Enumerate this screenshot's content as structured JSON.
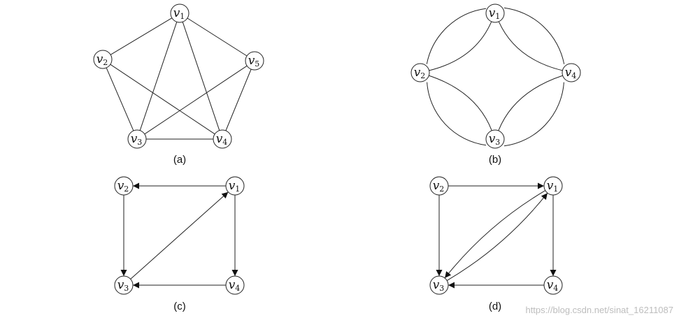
{
  "graphs": [
    {
      "id": "a",
      "caption": "(a)",
      "directed": false,
      "nodes": [
        {
          "id": "v1",
          "base": "v",
          "sub": "1"
        },
        {
          "id": "v2",
          "base": "v",
          "sub": "2"
        },
        {
          "id": "v5",
          "base": "v",
          "sub": "5"
        },
        {
          "id": "v3",
          "base": "v",
          "sub": "3"
        },
        {
          "id": "v4",
          "base": "v",
          "sub": "4"
        }
      ],
      "edges": [
        [
          "v1",
          "v2"
        ],
        [
          "v1",
          "v5"
        ],
        [
          "v1",
          "v3"
        ],
        [
          "v1",
          "v4"
        ],
        [
          "v2",
          "v3"
        ],
        [
          "v2",
          "v4"
        ],
        [
          "v5",
          "v3"
        ],
        [
          "v5",
          "v4"
        ],
        [
          "v3",
          "v4"
        ]
      ]
    },
    {
      "id": "b",
      "caption": "(b)",
      "directed": false,
      "nodes": [
        {
          "id": "v1",
          "base": "v",
          "sub": "1"
        },
        {
          "id": "v2",
          "base": "v",
          "sub": "2"
        },
        {
          "id": "v4",
          "base": "v",
          "sub": "4"
        },
        {
          "id": "v3",
          "base": "v",
          "sub": "3"
        }
      ],
      "edges": [
        [
          "v1",
          "v2",
          "outer"
        ],
        [
          "v1",
          "v2",
          "inner"
        ],
        [
          "v1",
          "v4",
          "outer"
        ],
        [
          "v1",
          "v4",
          "inner"
        ],
        [
          "v2",
          "v3",
          "outer"
        ],
        [
          "v2",
          "v3",
          "inner"
        ],
        [
          "v4",
          "v3",
          "outer"
        ],
        [
          "v4",
          "v3",
          "inner"
        ]
      ]
    },
    {
      "id": "c",
      "caption": "(c)",
      "directed": true,
      "nodes": [
        {
          "id": "v2",
          "base": "v",
          "sub": "2"
        },
        {
          "id": "v1",
          "base": "v",
          "sub": "1"
        },
        {
          "id": "v3",
          "base": "v",
          "sub": "3"
        },
        {
          "id": "v4",
          "base": "v",
          "sub": "4"
        }
      ],
      "edges": [
        [
          "v1",
          "v2"
        ],
        [
          "v2",
          "v3"
        ],
        [
          "v3",
          "v1"
        ],
        [
          "v1",
          "v4"
        ],
        [
          "v4",
          "v3"
        ]
      ]
    },
    {
      "id": "d",
      "caption": "(d)",
      "directed": true,
      "nodes": [
        {
          "id": "v2",
          "base": "v",
          "sub": "2"
        },
        {
          "id": "v1",
          "base": "v",
          "sub": "1"
        },
        {
          "id": "v3",
          "base": "v",
          "sub": "3"
        },
        {
          "id": "v4",
          "base": "v",
          "sub": "4"
        }
      ],
      "edges": [
        [
          "v2",
          "v1"
        ],
        [
          "v2",
          "v3"
        ],
        [
          "v1",
          "v4"
        ],
        [
          "v4",
          "v3"
        ],
        [
          "v1",
          "v3",
          "curve"
        ],
        [
          "v3",
          "v1",
          "curve"
        ]
      ]
    }
  ],
  "watermark": "https://blog.csdn.net/sinat_16211087"
}
